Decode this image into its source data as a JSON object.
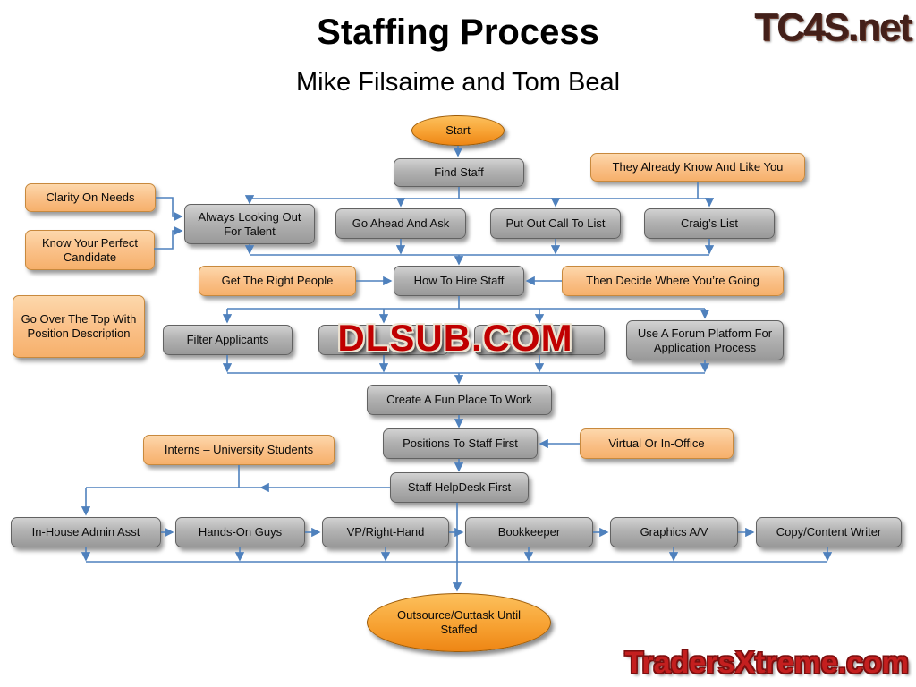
{
  "page": {
    "title": "Staffing Process",
    "subtitle": "Mike Filsaime and Tom Beal",
    "logo_top_right": "TC4S.net",
    "watermark_center": "DLSUB.COM",
    "watermark_bottom_right": "TradersXtreme.com"
  },
  "colors": {
    "arrow": "#4f81bd",
    "gray_node_fill": "#aaaaaa",
    "gray_node_border": "#626262",
    "orange_node_fill": "#fac189",
    "orange_node_border": "#c8893d",
    "terminal_fill": "#f7a233",
    "terminal_border": "#9e5c08",
    "watermark_red": "#c00000",
    "logo_maroon": "#43201a"
  },
  "nodes": {
    "start": {
      "label": "Start"
    },
    "find_staff": {
      "label": "Find Staff"
    },
    "they_already_know": {
      "label": "They Already Know And Like You"
    },
    "clarity_on_needs": {
      "label": "Clarity On Needs"
    },
    "always_looking": {
      "label": "Always Looking Out For Talent"
    },
    "go_ahead_and_ask": {
      "label": "Go Ahead And Ask"
    },
    "put_out_call": {
      "label": "Put Out Call To List"
    },
    "craigs_list": {
      "label": "Craig’s List"
    },
    "know_your_perfect": {
      "label": "Know Your Perfect Candidate"
    },
    "get_right_people": {
      "label": "Get The Right People"
    },
    "how_to_hire": {
      "label": "How To Hire Staff"
    },
    "then_decide": {
      "label": "Then Decide Where You’re Going"
    },
    "go_over_top": {
      "label": "Go Over The Top With Position Description"
    },
    "filter_applicants": {
      "label": "Filter Applicants"
    },
    "obscured_left": {
      "label": ""
    },
    "obscured_right": {
      "label": ""
    },
    "forum_platform": {
      "label": "Use A Forum Platform For Application Process"
    },
    "fun_place": {
      "label": "Create A Fun Place To Work"
    },
    "interns": {
      "label": "Interns – University Students"
    },
    "positions_first": {
      "label": "Positions To Staff First"
    },
    "virtual_or_office": {
      "label": "Virtual Or In-Office"
    },
    "helpdesk_first": {
      "label": "Staff HelpDesk First"
    },
    "inhouse_admin": {
      "label": "In-House Admin Asst"
    },
    "hands_on": {
      "label": "Hands-On Guys"
    },
    "vp_right_hand": {
      "label": "VP/Right-Hand"
    },
    "bookkeeper": {
      "label": "Bookkeeper"
    },
    "graphics_av": {
      "label": "Graphics A/V"
    },
    "copy_writer": {
      "label": "Copy/Content Writer"
    },
    "outsource": {
      "label": "Outsource/Outtask Until Staffed"
    }
  },
  "edges": [
    [
      "start",
      "find_staff"
    ],
    [
      "find_staff",
      "always_looking"
    ],
    [
      "find_staff",
      "go_ahead_and_ask"
    ],
    [
      "find_staff",
      "put_out_call"
    ],
    [
      "find_staff",
      "craigs_list"
    ],
    [
      "they_already_know",
      "put_out_call"
    ],
    [
      "they_already_know",
      "craigs_list"
    ],
    [
      "clarity_on_needs",
      "always_looking"
    ],
    [
      "know_your_perfect",
      "always_looking"
    ],
    [
      "always_looking",
      "how_to_hire"
    ],
    [
      "go_ahead_and_ask",
      "how_to_hire"
    ],
    [
      "put_out_call",
      "how_to_hire"
    ],
    [
      "craigs_list",
      "how_to_hire"
    ],
    [
      "get_right_people",
      "how_to_hire"
    ],
    [
      "then_decide",
      "how_to_hire"
    ],
    [
      "how_to_hire",
      "filter_applicants"
    ],
    [
      "how_to_hire",
      "obscured_left"
    ],
    [
      "how_to_hire",
      "obscured_right"
    ],
    [
      "how_to_hire",
      "forum_platform"
    ],
    [
      "filter_applicants",
      "fun_place"
    ],
    [
      "obscured_left",
      "fun_place"
    ],
    [
      "obscured_right",
      "fun_place"
    ],
    [
      "forum_platform",
      "fun_place"
    ],
    [
      "fun_place",
      "positions_first"
    ],
    [
      "virtual_or_office",
      "positions_first"
    ],
    [
      "positions_first",
      "helpdesk_first"
    ],
    [
      "helpdesk_first",
      "inhouse_admin"
    ],
    [
      "interns",
      "inhouse_admin"
    ],
    [
      "inhouse_admin",
      "hands_on"
    ],
    [
      "hands_on",
      "vp_right_hand"
    ],
    [
      "vp_right_hand",
      "bookkeeper"
    ],
    [
      "bookkeeper",
      "graphics_av"
    ],
    [
      "graphics_av",
      "copy_writer"
    ],
    [
      "inhouse_admin",
      "outsource"
    ],
    [
      "hands_on",
      "outsource"
    ],
    [
      "vp_right_hand",
      "outsource"
    ],
    [
      "bookkeeper",
      "outsource"
    ],
    [
      "graphics_av",
      "outsource"
    ],
    [
      "copy_writer",
      "outsource"
    ],
    [
      "helpdesk_first",
      "outsource"
    ]
  ]
}
